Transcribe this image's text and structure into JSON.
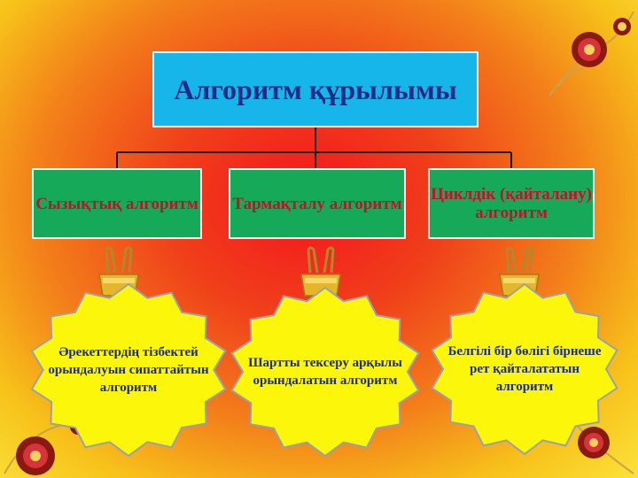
{
  "root": {
    "title": "Алгоритм құрылымы"
  },
  "branches": [
    {
      "label": "Сызықтық алгоритм",
      "description": "Әрекеттердің тізбектей орындалуын сипаттайтын алгоритм"
    },
    {
      "label": "Тармақталу алгоритм",
      "description": "Шартты тексеру арқылы орындалатын алгоритм"
    },
    {
      "label": "Циклдік (қайталану) алгоритм",
      "description": "Белгілі бір бөлігі бірнеше рет қайталататын алгоритм"
    }
  ],
  "colors": {
    "root_fill": "#16b6ea",
    "root_text": "#1d2b8a",
    "branch_fill": "#16a95a",
    "branch_text": "#c4102a",
    "star_fill": "#fbf60a",
    "star_text": "#1b2a8a"
  },
  "icons": [
    "binder-clip-icon",
    "flower-ornament-icon"
  ]
}
